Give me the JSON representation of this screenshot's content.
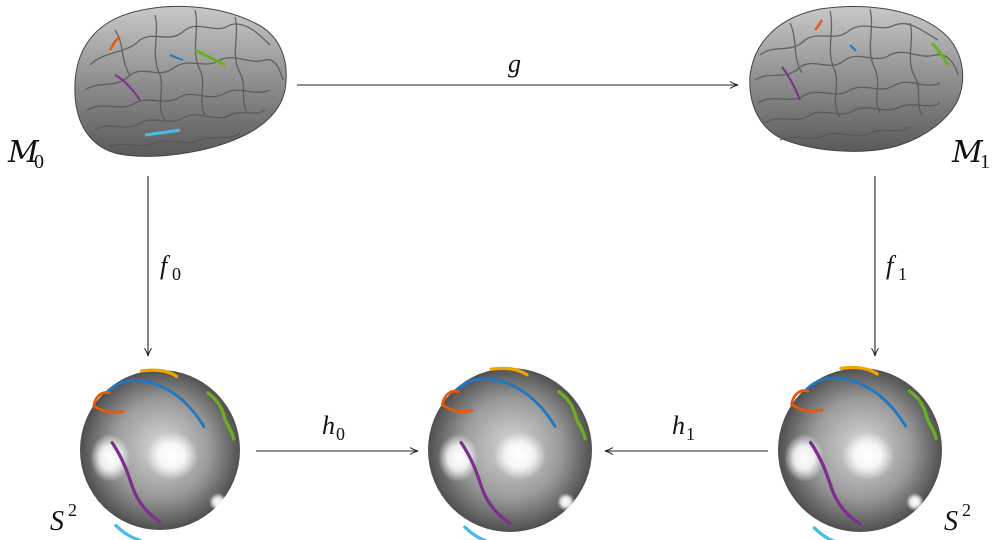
{
  "labels": {
    "m0": {
      "base": "M",
      "sub": "0"
    },
    "m1": {
      "base": "M",
      "sub": "1"
    },
    "g": "g",
    "f0": {
      "base": "f",
      "sub": "0"
    },
    "f1": {
      "base": "f",
      "sub": "1"
    },
    "h0": {
      "base": "h",
      "sub": "0"
    },
    "h1": {
      "base": "h",
      "sub": "1"
    },
    "s2_left": {
      "base": "S",
      "sup": "2"
    },
    "s2_right": {
      "base": "S",
      "sup": "2"
    }
  },
  "colors": {
    "orange": "#e8590c",
    "blue": "#1f77c4",
    "yellow": "#f0a500",
    "green": "#6ab023",
    "purple": "#7e2f8e",
    "cyan": "#4cbbe8"
  }
}
